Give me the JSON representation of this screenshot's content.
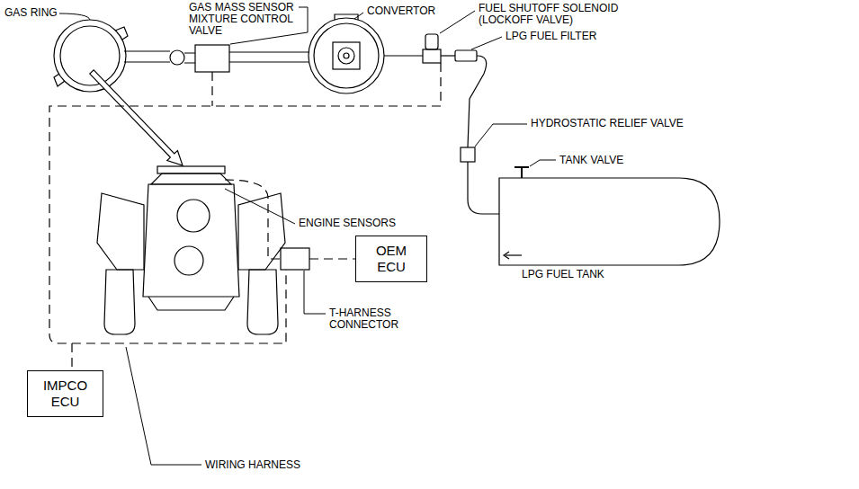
{
  "diagram": {
    "nodes": [
      {
        "text": [
          "OEM ECU"
        ]
      },
      {
        "text": [
          "IMPCO ECU"
        ]
      }
    ],
    "labels": [
      "GAS RING",
      "GAS MASS SENSOR MIXTURE CONTROL VALVE",
      "CONVERTOR",
      "FUEL SHUTOFF SOLENOID (LOCKOFF VALVE)",
      "LPG FUEL FILTER",
      "HYDROSTATIC RELIEF VALVE",
      "TANK VALVE",
      "LPG FUEL TANK",
      "ENGINE SENSORS",
      "T-HARNESS CONNECTOR",
      "WIRING HARNESS"
    ]
  }
}
